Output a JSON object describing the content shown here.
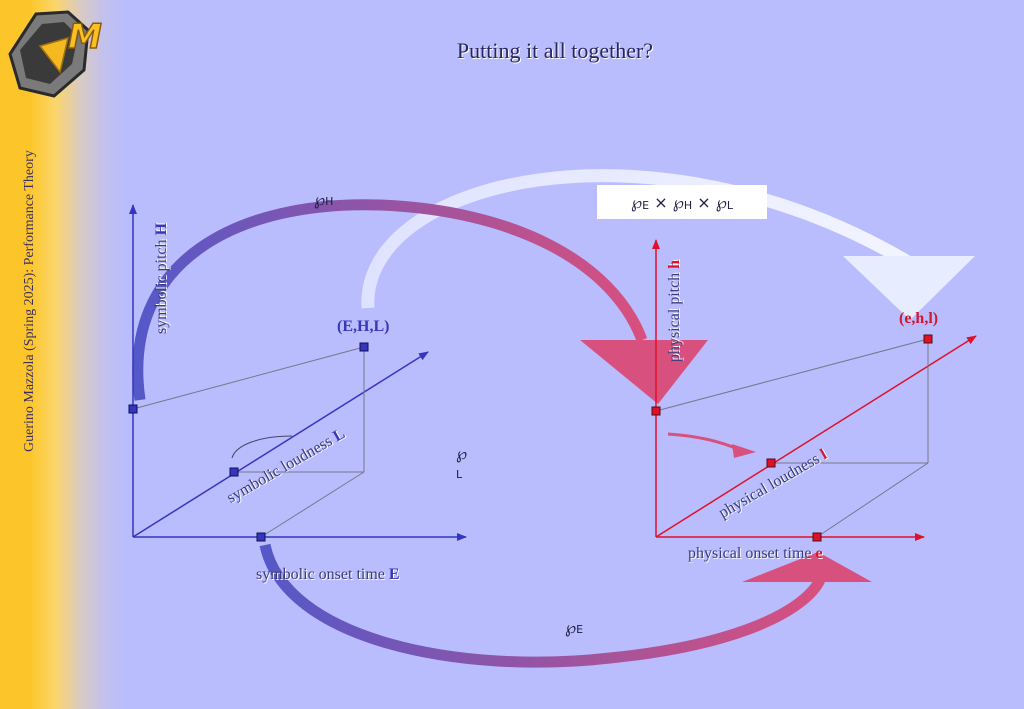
{
  "slide": {
    "title": "Putting it all together?",
    "sidebar_text": "Guerino Mazzola (Spring 2025): Performance Theory",
    "logo": "m-hexagon-logo"
  },
  "product": {
    "symbol": "℘",
    "times": "×",
    "subs": [
      "E",
      "H",
      "L"
    ]
  },
  "maps": {
    "symbol": "℘",
    "pH": "H",
    "pL": "L",
    "pE": "E"
  },
  "symbolic": {
    "pitch_label": "symbolic pitch",
    "pitch_var": "H",
    "loudness_label": "symbolic loudness",
    "loudness_var": "L",
    "onset_label": "symbolic onset time",
    "onset_var": "E",
    "point_label": "(E,H,L)"
  },
  "physical": {
    "pitch_label": "physical pitch",
    "pitch_var": "h",
    "loudness_label": "physical loudness",
    "loudness_var": "l",
    "onset_label": "physical onset time",
    "onset_var": "e",
    "point_label": "(e,h,l)"
  },
  "colors": {
    "symbolic_axis": "#3535c0",
    "physical_axis": "#e0102a",
    "arrow_pink": "#d8507e",
    "arrow_light": "#e8ecff"
  }
}
